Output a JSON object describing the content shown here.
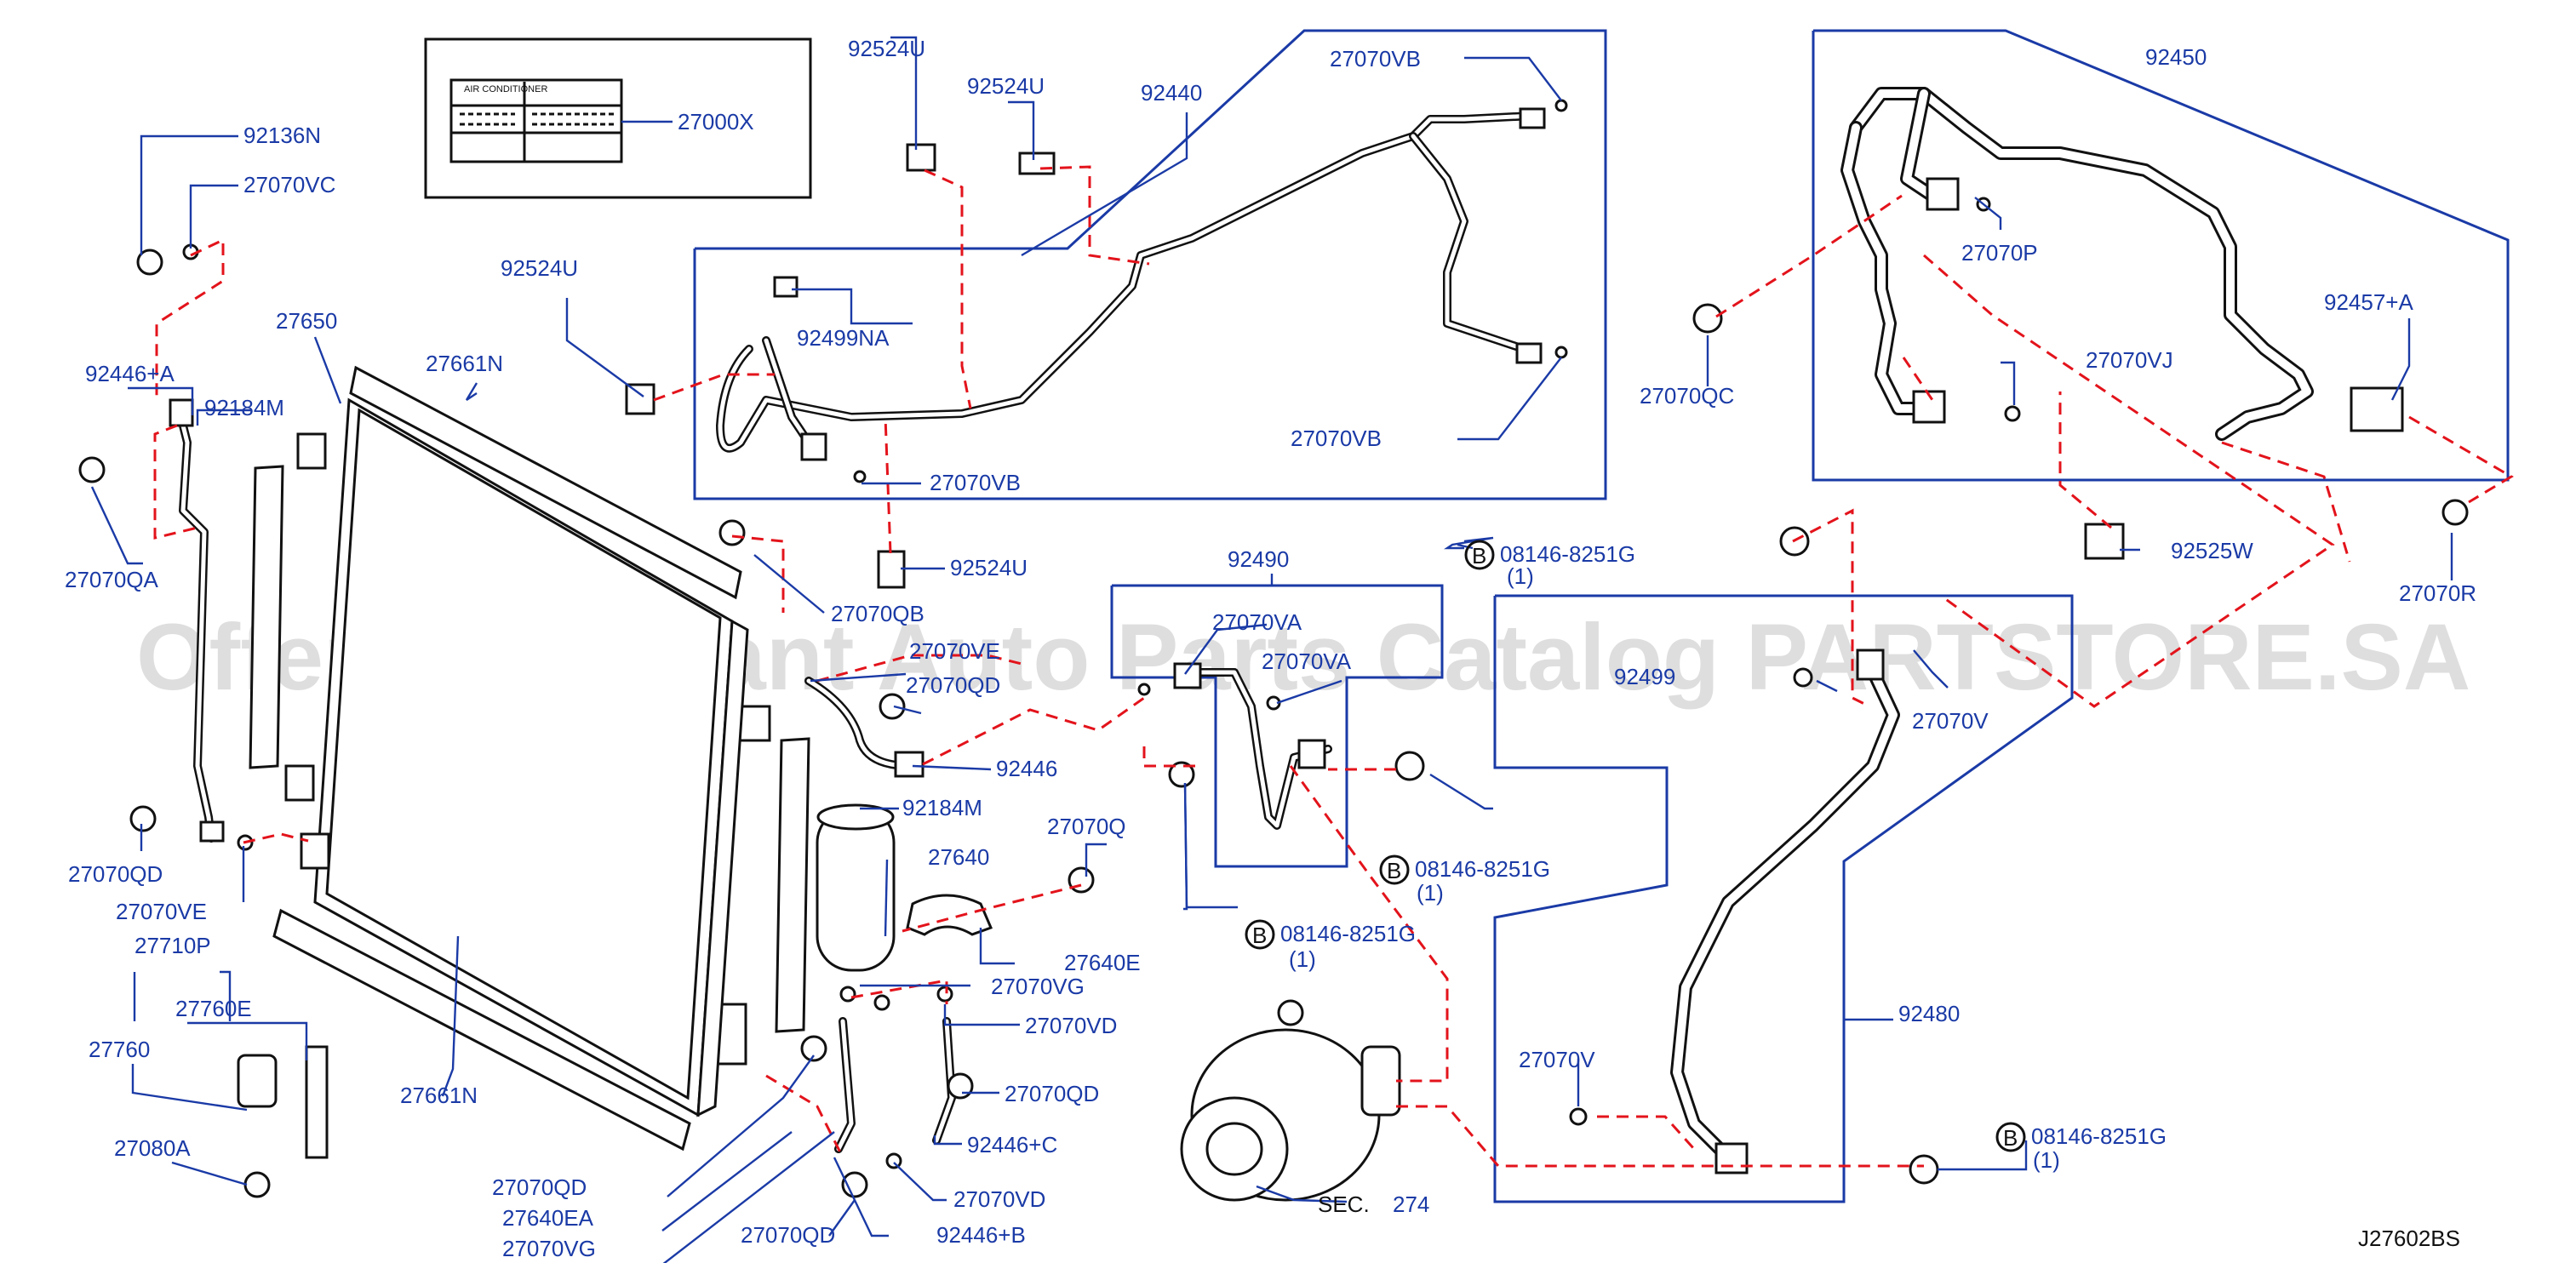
{
  "diagram_code": "J27602BS",
  "watermark": "Offers Merchant Auto Parts Catalog PARTSTORE.SA",
  "label_plate": {
    "line1": "AIR      CONDITIONER"
  },
  "labels": {
    "p27000X": "27000X",
    "p92136N": "92136N",
    "p27070VC": "27070VC",
    "p92446A": "92446+A",
    "p92184M_top": "92184M",
    "p27070QA": "27070QA",
    "p27650": "27650",
    "p27661N_top": "27661N",
    "p27661N_bot": "27661N",
    "p92524U_a": "92524U",
    "p92524U_b": "92524U",
    "p92524U_c": "92524U",
    "p92524U_d": "92524U",
    "p92440": "92440",
    "p27070VB_a": "27070VB",
    "p27070VB_b": "27070VB",
    "p27070VB_c": "27070VB",
    "p92499NA": "92499NA",
    "p27070QB": "27070QB",
    "p27070VE_a": "27070VE",
    "p27070QD_a": "27070QD",
    "p92446": "92446",
    "p92184M_mid": "92184M",
    "p27640": "27640",
    "p27070Q": "27070Q",
    "p27640E": "27640E",
    "p27070QD_b": "27070QD",
    "p27070VE_b": "27070VE",
    "p27710P": "27710P",
    "p27760E": "27760E",
    "p27760": "27760",
    "p27080A": "27080A",
    "p27070VG_a": "27070VG",
    "p27070VD_a": "27070VD",
    "p27070QD_c": "27070QD",
    "p92446C": "92446+C",
    "p27070VD_b": "27070VD",
    "p92446B": "92446+B",
    "p27070QD_d": "27070QD",
    "p27640EA": "27640EA",
    "p27070VG_b": "27070VG",
    "p27070QD_e": "27070QD",
    "p92490": "92490",
    "p27070VA_a": "27070VA",
    "p27070VA_b": "27070VA",
    "p08146_a": "08146-8251G",
    "p08146_b": "08146-8251G",
    "p08146_c": "08146-8251G",
    "p08146_d": "08146-8251G",
    "qty1": "(1)",
    "circle_b": "B",
    "p92450": "92450",
    "p27070P": "27070P",
    "p27070QC": "27070QC",
    "p27070VJ": "27070VJ",
    "p92457A": "92457+A",
    "p92525W": "92525W",
    "p27070R": "27070R",
    "p92499": "92499",
    "p27070V_a": "27070V",
    "p27070V_b": "27070V",
    "p92480": "92480",
    "sec": "SEC.",
    "sec_num": "274"
  }
}
